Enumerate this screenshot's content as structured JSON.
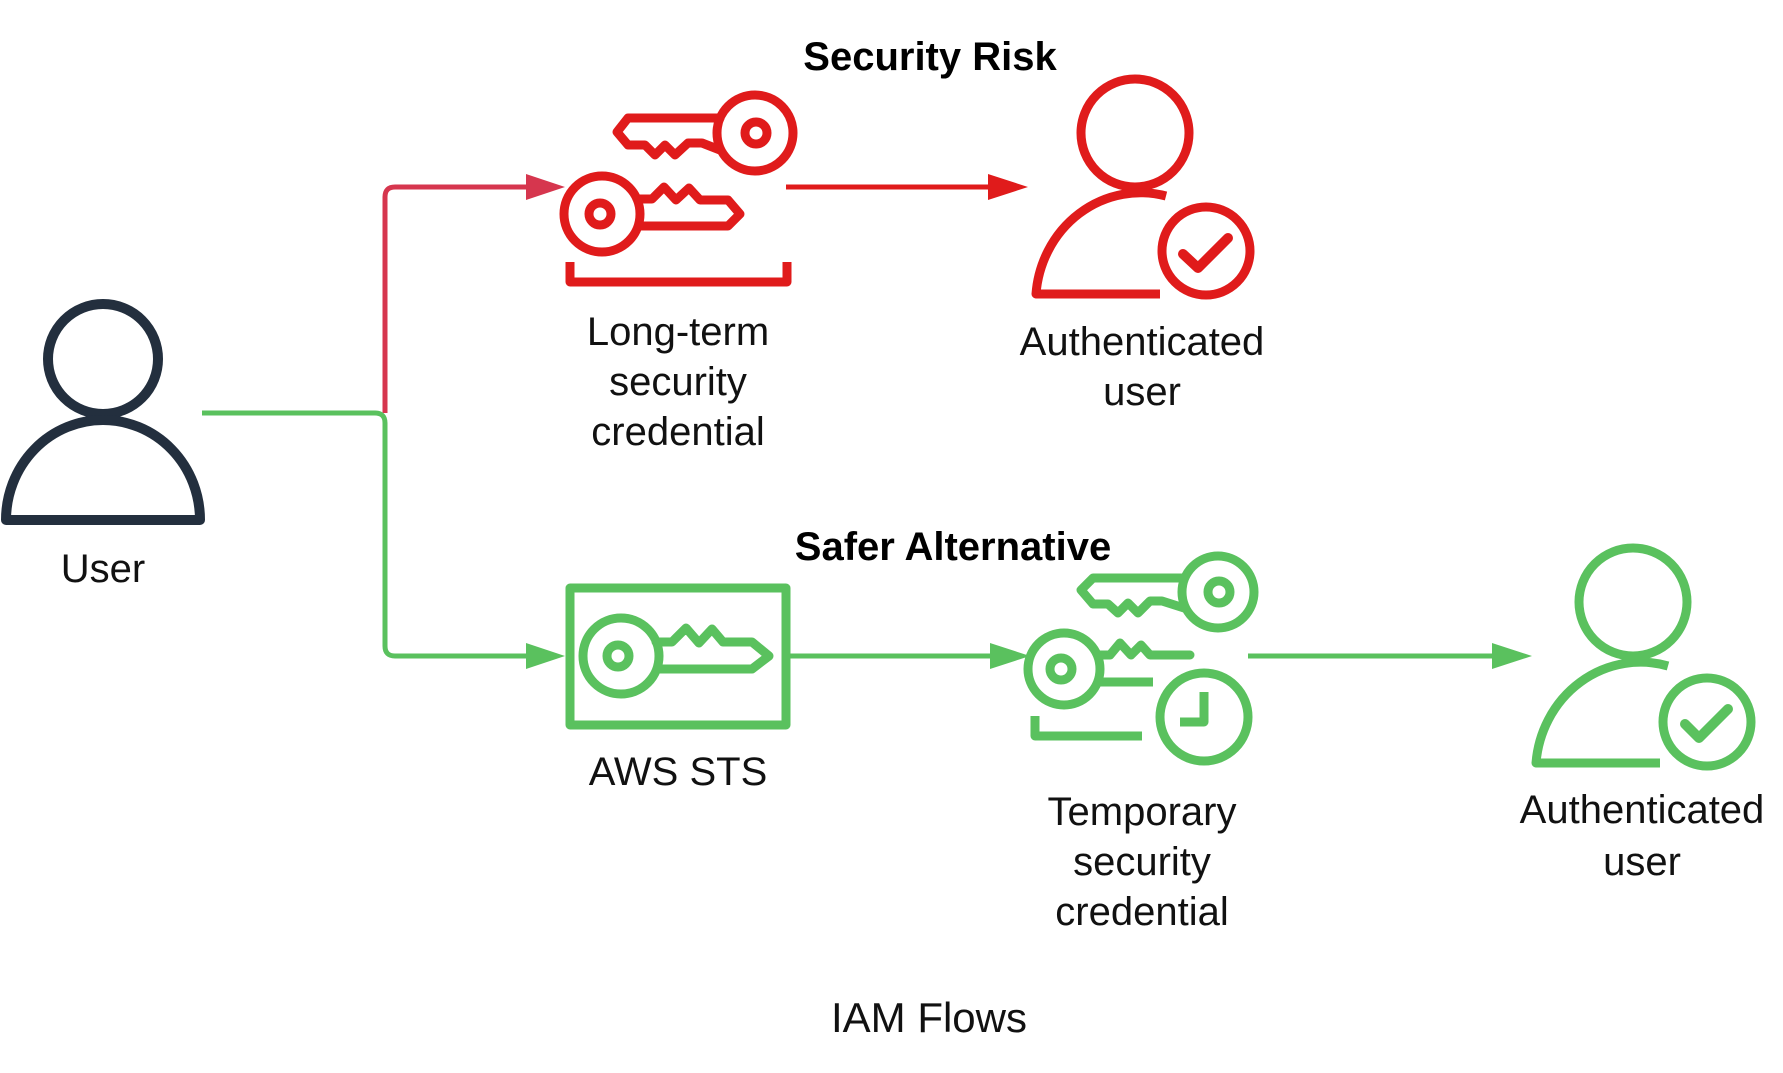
{
  "caption": "IAM Flows",
  "colors": {
    "user": "#232F3E",
    "risk_icon": "#E01B1B",
    "risk_connector": "#D6364E",
    "safe": "#5AC15E",
    "text": "#111111"
  },
  "sections": {
    "risk": {
      "title": "Security Risk"
    },
    "safe": {
      "title": "Safer Alternative"
    }
  },
  "nodes": {
    "user": {
      "icon": "user-icon",
      "label": [
        "User"
      ]
    },
    "long_term_credential": {
      "icon": "keys-icon",
      "label": [
        "Long-term",
        "security",
        "credential"
      ]
    },
    "risk_authenticated_user": {
      "icon": "authenticated-user-icon",
      "label": [
        "Authenticated",
        "user"
      ]
    },
    "aws_sts": {
      "icon": "sts-key-box-icon",
      "label": [
        "AWS STS"
      ]
    },
    "temporary_credential": {
      "icon": "temporary-keys-clock-icon",
      "label": [
        "Temporary",
        "security",
        "credential"
      ]
    },
    "safe_authenticated_user": {
      "icon": "authenticated-user-icon",
      "label": [
        "Authenticated",
        "user"
      ]
    }
  },
  "edges": [
    {
      "from": "user",
      "to": "long_term_credential",
      "path": "risk"
    },
    {
      "from": "long_term_credential",
      "to": "risk_authenticated_user",
      "path": "risk"
    },
    {
      "from": "user",
      "to": "aws_sts",
      "path": "safe"
    },
    {
      "from": "aws_sts",
      "to": "temporary_credential",
      "path": "safe"
    },
    {
      "from": "temporary_credential",
      "to": "safe_authenticated_user",
      "path": "safe"
    }
  ]
}
